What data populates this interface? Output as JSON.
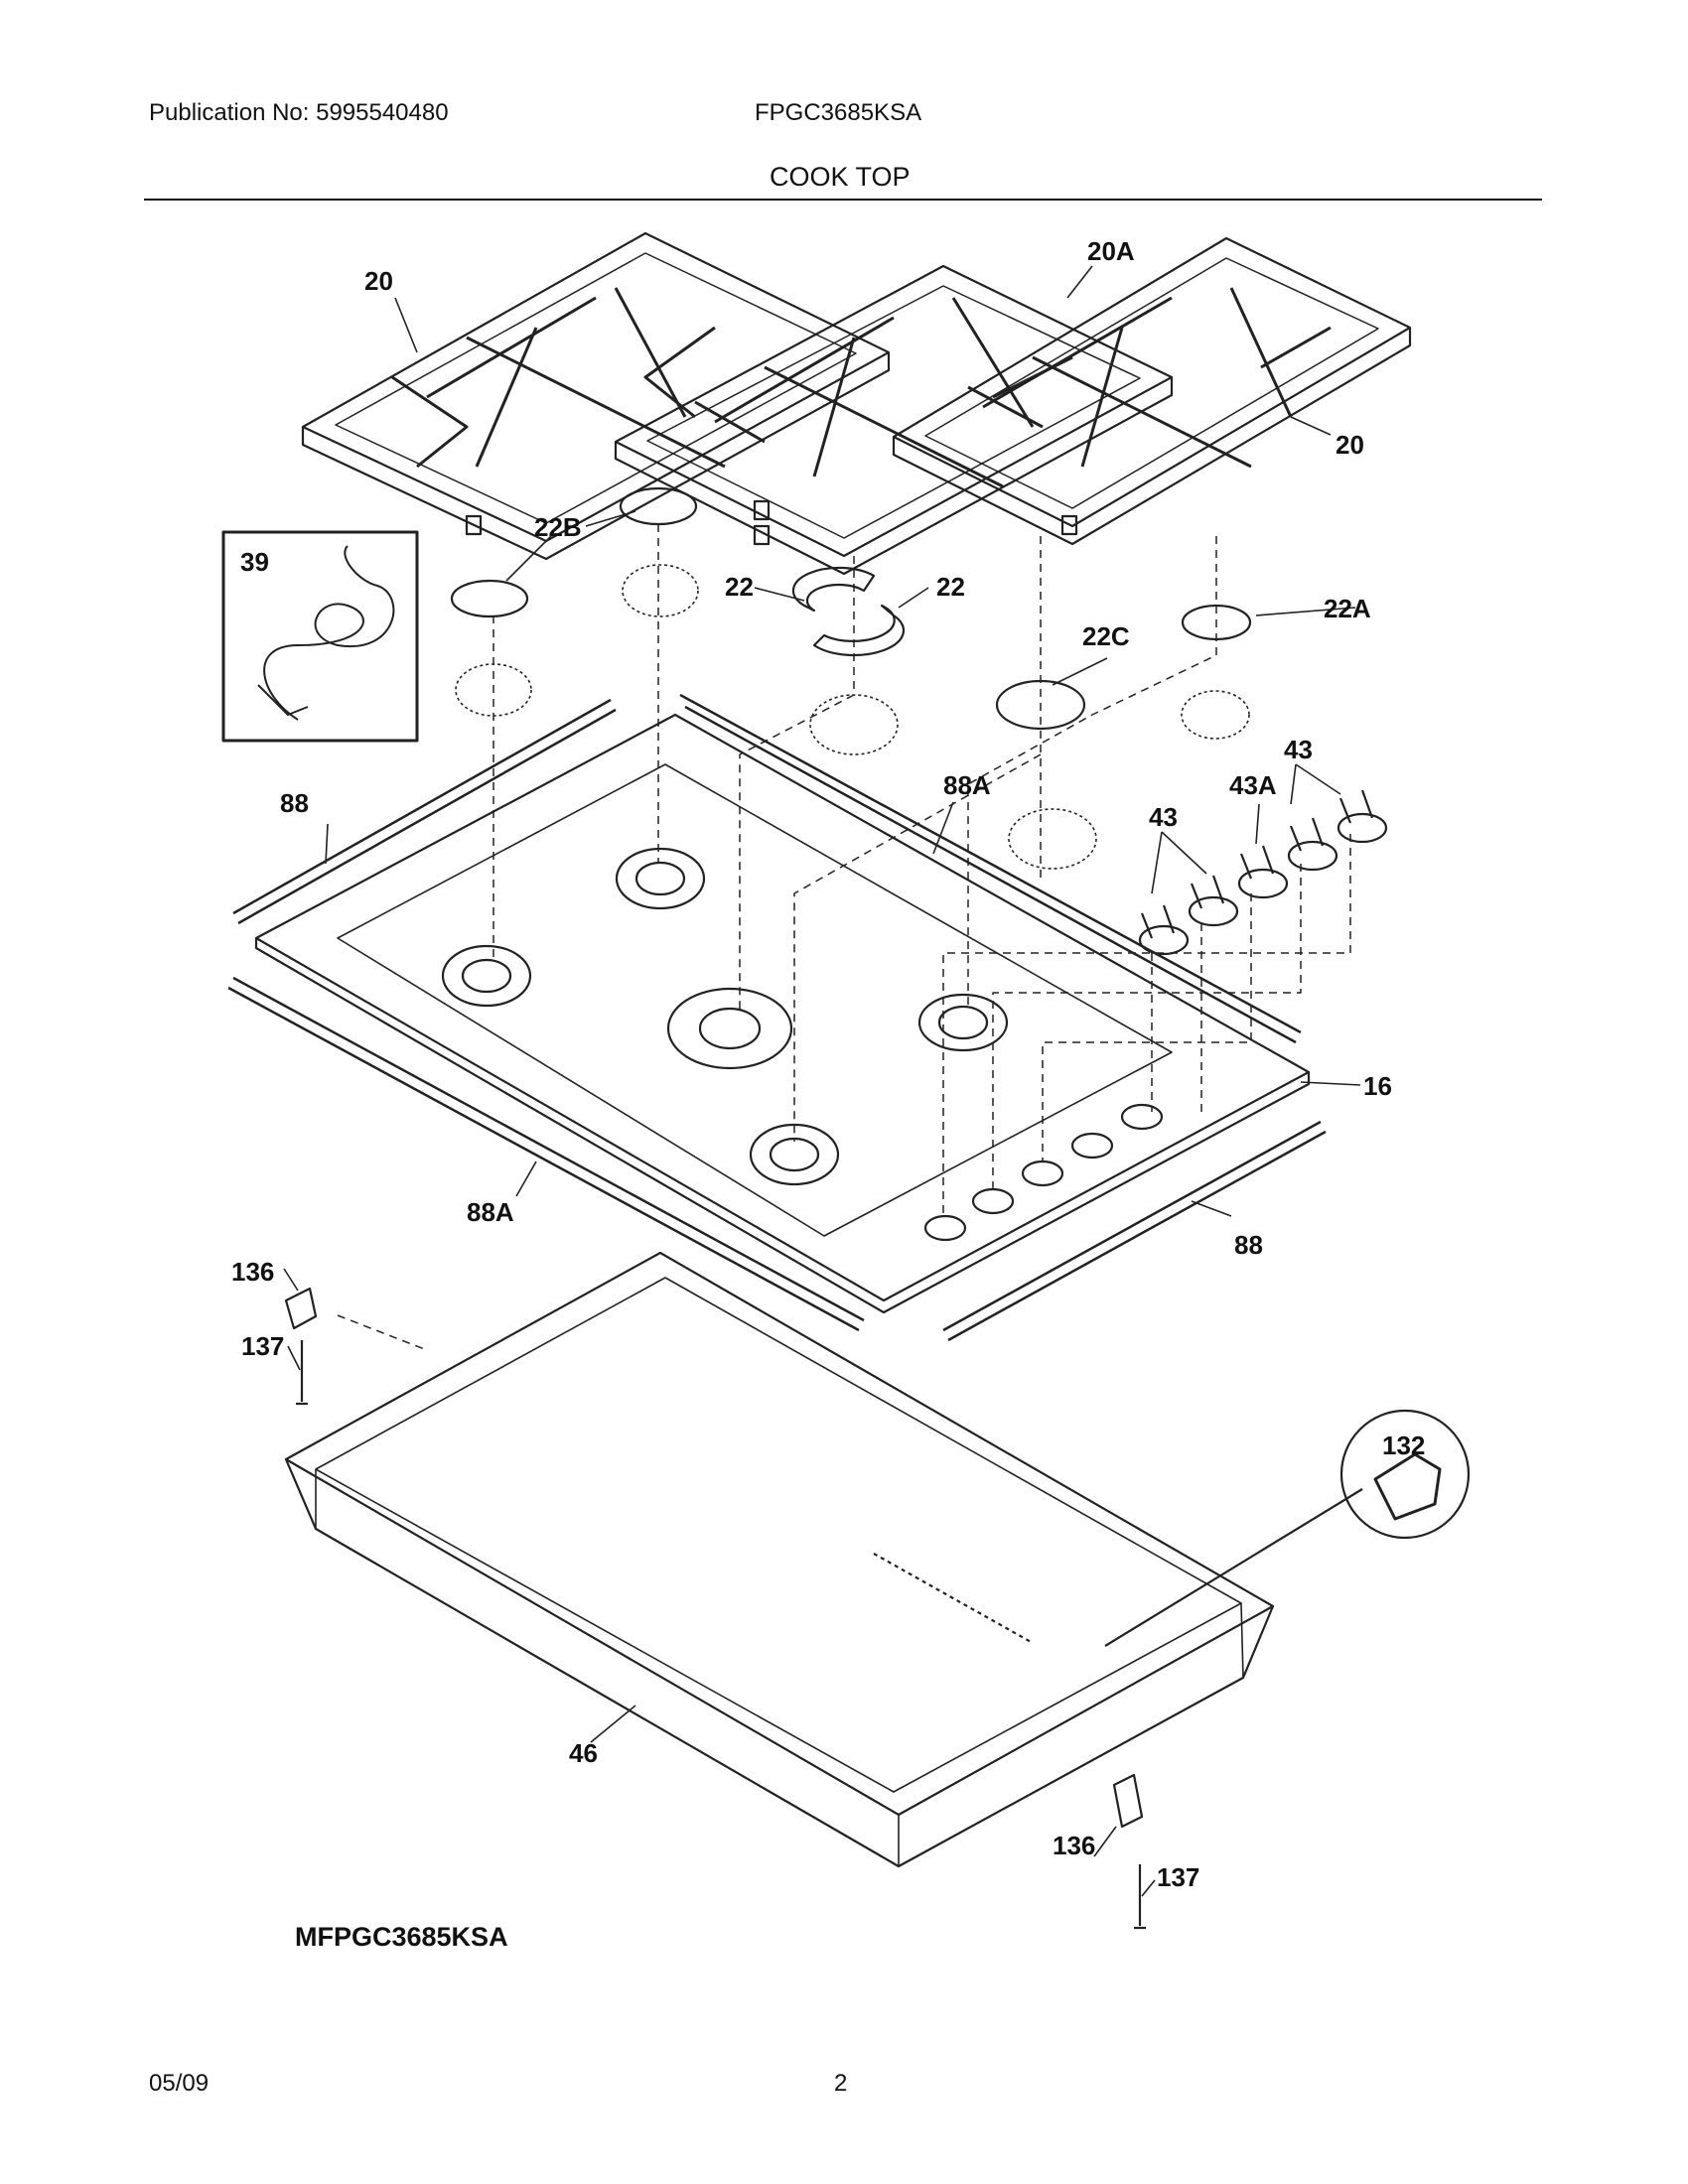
{
  "header": {
    "publication": "Publication No: 5995540480",
    "model": "FPGC3685KSA",
    "section_title": "COOK TOP"
  },
  "diagram": {
    "caption": "MFPGC3685KSA",
    "callouts": [
      "20",
      "20A",
      "20",
      "22B",
      "39",
      "22",
      "22",
      "22A",
      "22C",
      "43",
      "43A",
      "43",
      "88",
      "88A",
      "16",
      "88A",
      "88",
      "136",
      "137",
      "132",
      "46",
      "136",
      "137"
    ]
  },
  "footer": {
    "date": "05/09",
    "page": "2"
  }
}
